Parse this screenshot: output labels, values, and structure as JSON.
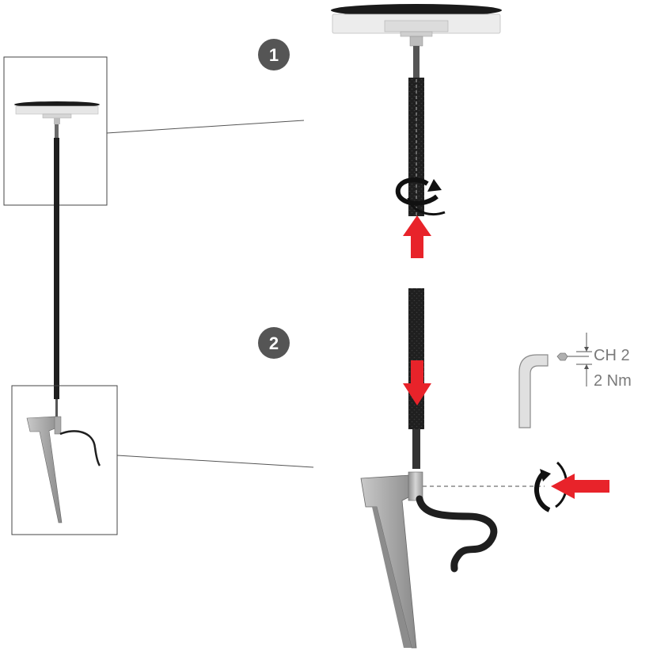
{
  "steps": [
    {
      "number": "1"
    },
    {
      "number": "2"
    }
  ],
  "tool": {
    "size_label": "CH 2",
    "torque_label": "2 Nm"
  },
  "colors": {
    "arrow": "#e8232a",
    "pole": "#1f1f1f",
    "badge": "#555555",
    "metal": "#b8b8b8",
    "line": "#555555"
  },
  "icons": [
    "rotation-arrow-icon",
    "push-arrow-icon",
    "hex-key-icon"
  ]
}
